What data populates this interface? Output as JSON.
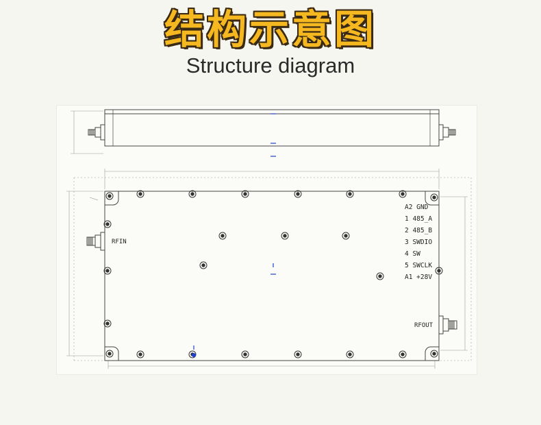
{
  "header": {
    "title_cn": "结构示意图",
    "title_en": "Structure diagram"
  },
  "diagram": {
    "ports": {
      "input": "RFIN",
      "output": "RFOUT"
    },
    "pins": [
      "A2 GND",
      "1 485_A",
      "2 485_B",
      "3 SWDIO",
      "4 SW",
      "5 SWCLK",
      "A1 +28V"
    ]
  },
  "colors": {
    "title_fill": "#f5b820",
    "title_outline": "#3a2a14",
    "line": "#444444",
    "dim_line": "#888888",
    "marker": "#1f3fcf"
  }
}
